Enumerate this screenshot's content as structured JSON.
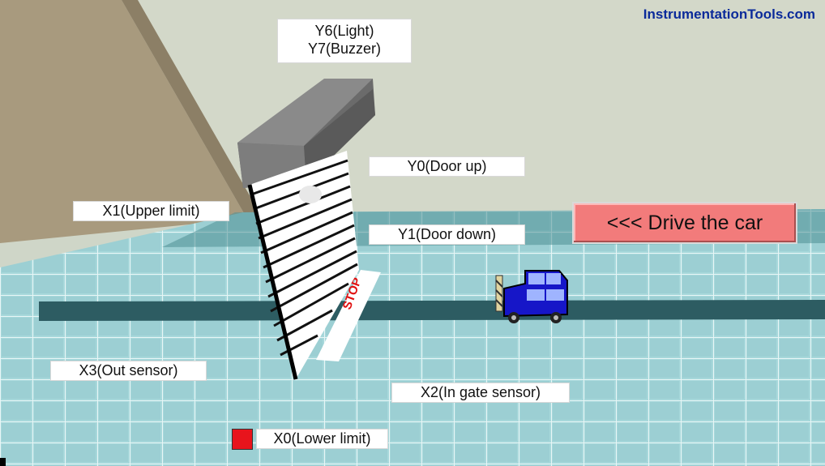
{
  "watermark": "InstrumentationTools.com",
  "labels": {
    "light_buzzer_line1": "Y6(Light)",
    "light_buzzer_line2": "Y7(Buzzer)",
    "door_up": "Y0(Door up)",
    "upper_limit": "X1(Upper limit)",
    "door_down": "Y1(Door down)",
    "out_sensor": "X3(Out sensor)",
    "in_gate_sensor": "X2(In gate sensor)",
    "lower_limit": "X0(Lower limit)"
  },
  "buttons": {
    "drive_car": "<<< Drive the car"
  },
  "floor_text": "STOP",
  "colors": {
    "floor_tile": "#9fd3d6",
    "drive_button": "#f27b7b",
    "lower_limit_indicator": "#e8141c",
    "car_body": "#1616c8"
  },
  "icons": {
    "car": "car-icon",
    "door": "rolling-door-icon",
    "indicator": "status-indicator-icon"
  }
}
